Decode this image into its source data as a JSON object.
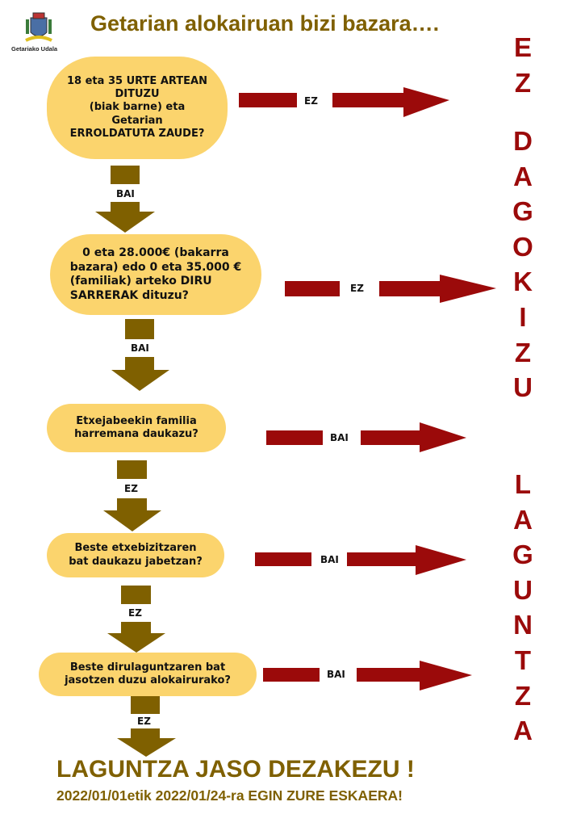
{
  "header": {
    "logo_text": "Getariako Udala",
    "title": "Getarian alokairuan bizi bazara…."
  },
  "questions": [
    {
      "lines": [
        "18 eta 35 URTE ARTEAN",
        "DITUZU",
        "(biak barne) eta",
        "Getarian",
        "ERROLDATUTA ZAUDE?"
      ],
      "no_label": "EZ",
      "next_label": "BAI"
    },
    {
      "lines": [
        "0 eta 28.000€ (bakarra",
        "bazara) edo 0 eta 35.000 €",
        "(familiak) arteko DIRU",
        "SARRERAK dituzu?"
      ],
      "no_label": "EZ",
      "next_label": "BAI"
    },
    {
      "lines": [
        "Etxejabeekin familia",
        "harremana daukazu?"
      ],
      "no_label": "BAI",
      "next_label": "EZ"
    },
    {
      "lines": [
        "Beste etxebizitzaren",
        "bat daukazu jabetzan?"
      ],
      "no_label": "BAI",
      "next_label": "EZ"
    },
    {
      "lines": [
        "Beste dirulaguntzaren  bat",
        "jasotzen duzu alokairurako?"
      ],
      "no_label": "BAI",
      "next_label": "EZ"
    }
  ],
  "side": {
    "word1": [
      "E",
      "Z"
    ],
    "word2": [
      "D",
      "A",
      "G",
      "O",
      "K",
      "I",
      "Z",
      "U"
    ],
    "word3": [
      "L",
      "A",
      "G",
      "U",
      "N",
      "T",
      "Z",
      "A"
    ]
  },
  "footer": {
    "result": "LAGUNTZA JASO DEZAKEZU !",
    "dates": "2022/01/01etik 2022/01/24-ra EGIN ZURE ESKAERA!"
  },
  "colors": {
    "box": "#fbd46d",
    "down_arrow": "#7f6000",
    "right_arrow": "#9b0a0a"
  }
}
